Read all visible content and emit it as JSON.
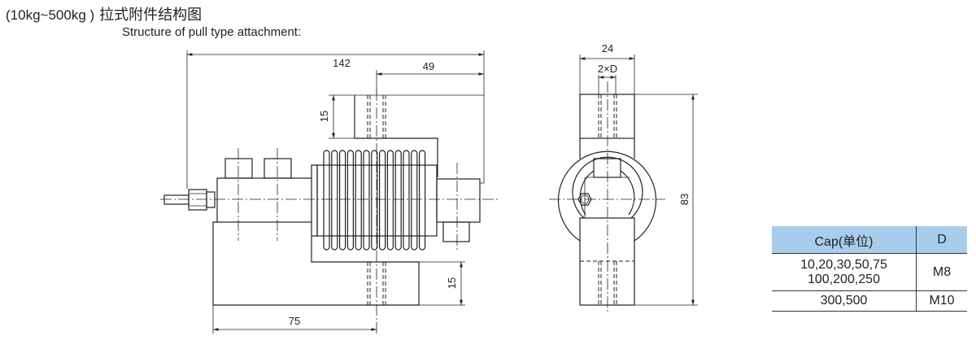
{
  "header": {
    "range": "(10kg~500kg )",
    "title_cn": "拉式附件结构图",
    "subtitle": "Structure of pull type attachment:"
  },
  "side_view": {
    "dim_total": "142",
    "dim_right": "49",
    "dim_top_block": "15",
    "dim_bottom_block": "15",
    "dim_bottom": "75"
  },
  "end_view": {
    "dim_width": "24",
    "dim_hole": "2×D",
    "dim_height": "83"
  },
  "table": {
    "headers": [
      "Cap(单位)",
      "D"
    ],
    "rows": [
      {
        "cap_line1": "10,20,30,50,75",
        "cap_line2": "100,200,250",
        "d": "M8"
      },
      {
        "cap_line1": "300,500",
        "d": "M10"
      }
    ],
    "header_color": "#a8cdec"
  }
}
